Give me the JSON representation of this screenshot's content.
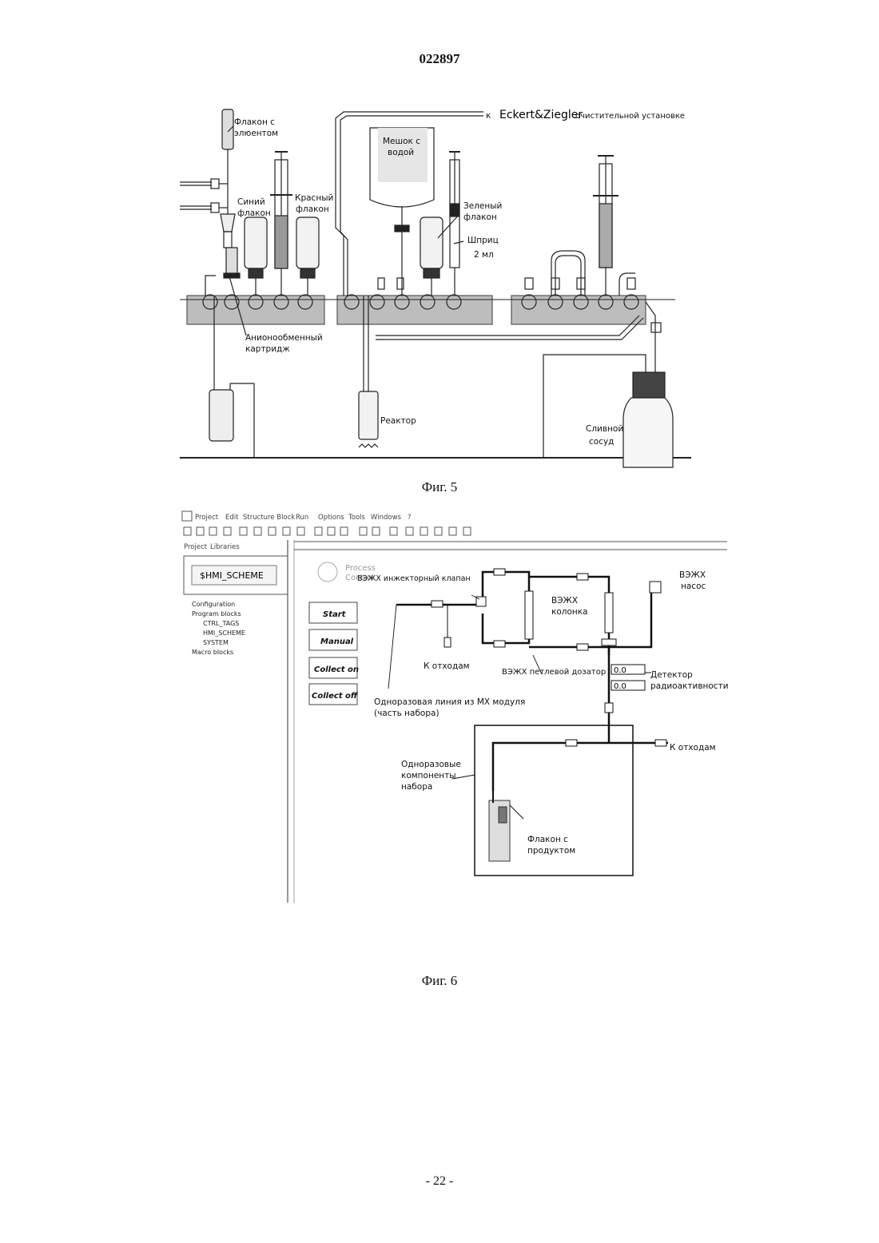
{
  "document_number": "022897",
  "page_number": "- 22 -",
  "figure5": {
    "caption": "Фиг. 5",
    "labels": {
      "to_prefix": "к",
      "eckert": "Eckert&Ziegler",
      "purification": "очистительной установке",
      "eluent_vial_1": "Флакон с",
      "eluent_vial_2": "элюентом",
      "water_bag_1": "Мешок с",
      "water_bag_2": "водой",
      "blue_vial_1": "Синий",
      "blue_vial_2": "флакон",
      "red_vial_1": "Красный",
      "red_vial_2": "флакон",
      "green_vial_1": "Зеленый",
      "green_vial_2": "флакон",
      "syringe_1": "Шприц",
      "syringe_2": "2 мл",
      "cartridge_1": "Анионообменный",
      "cartridge_2": "картридж",
      "reactor": "Реактор",
      "waste_vessel_1": "Сливной",
      "waste_vessel_2": "сосуд"
    }
  },
  "figure6": {
    "caption": "Фиг. 6",
    "menu": [
      "Project",
      "Edit",
      "Structure Block",
      "Run",
      "Options",
      "Tools",
      "Windows",
      "?"
    ],
    "panel_tabs": [
      "Project",
      "Libraries"
    ],
    "preview_label": "$HMI_SCHEME",
    "tree": [
      "Configuration",
      "Program blocks",
      "CTRL_TAGS",
      "HMI_SCHEME",
      "SYSTEM",
      "Macro blocks"
    ],
    "logo_1": "Process",
    "logo_2": "Control",
    "buttons": [
      "Start",
      "Manual",
      "Collect on",
      "Collect off"
    ],
    "detector_values": [
      "0.0",
      "0.0"
    ],
    "labels": {
      "injector_valve": "ВЭЖХ инжекторный клапан",
      "column_1": "ВЭЖХ",
      "column_2": "колонка",
      "pump_1": "ВЭЖХ",
      "pump_2": "насос",
      "to_waste": "К отходам",
      "loop_dosator": "ВЭЖХ петлевой дозатор",
      "detector_1": "Детектор",
      "detector_2": "радиоактивности",
      "single_line_1": "Одноразовая линия из МХ модуля",
      "single_line_2": "(часть набора)",
      "to_waste_2": "К отходам",
      "components_1": "Одноразовые",
      "components_2": "компоненты",
      "components_3": "набора",
      "product_vial_1": "Флакон с",
      "product_vial_2": "продуктом"
    }
  }
}
